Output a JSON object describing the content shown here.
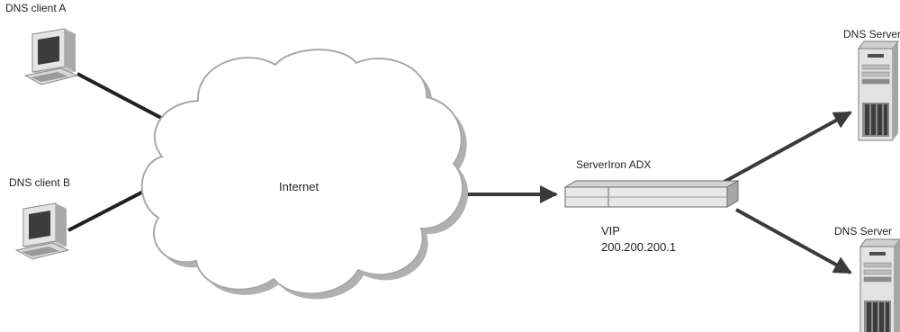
{
  "diagram": {
    "clients": [
      {
        "label": "DNS client A",
        "icon": "desktop-computer-icon"
      },
      {
        "label": "DNS client B",
        "icon": "desktop-computer-icon"
      }
    ],
    "network": {
      "label": "Internet",
      "icon": "cloud-icon"
    },
    "load_balancer": {
      "label": "ServerIron ADX",
      "vip_title": "VIP",
      "vip_address": "200.200.200.1",
      "icon": "load-balancer-switch-icon"
    },
    "servers": [
      {
        "label": "DNS Server",
        "icon": "tower-server-icon"
      },
      {
        "label": "DNS Server",
        "icon": "tower-server-icon"
      }
    ]
  },
  "colors": {
    "line": "#231f20",
    "arrow": "#3a3a3a",
    "cloud_fill": "#ffffff",
    "cloud_stroke": "#b8b8b8",
    "device_light": "#e6e6e6",
    "device_mid": "#bdbdbd",
    "device_dark": "#4d4d4d"
  }
}
